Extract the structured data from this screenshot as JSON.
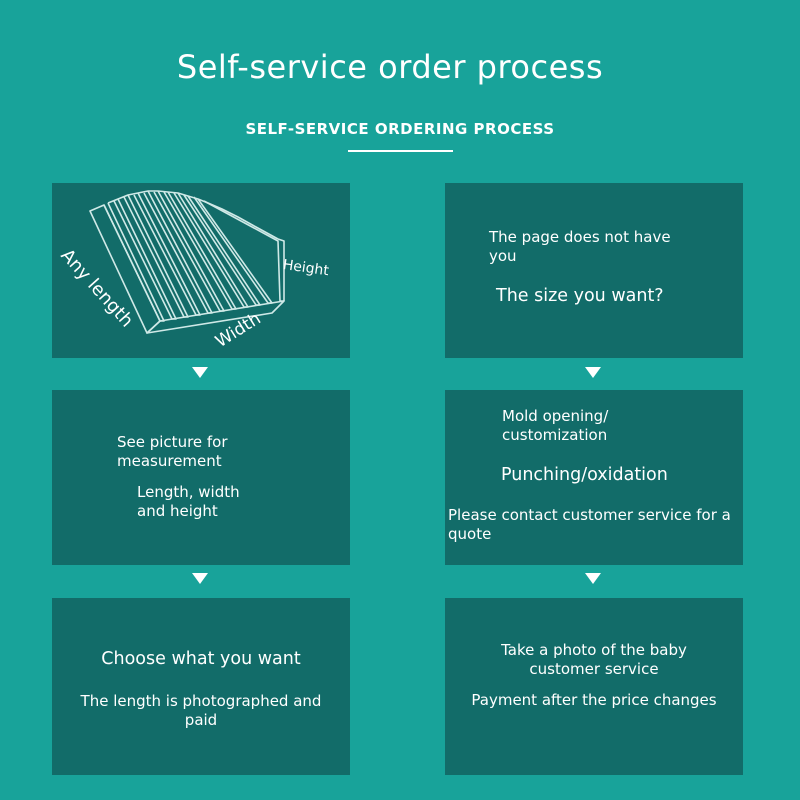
{
  "header": {
    "title": "Self-service order process",
    "subtitle": "SELF-SERVICE ORDERING PROCESS"
  },
  "colors": {
    "background": "#18a39a",
    "box": "#126c69",
    "text": "#ffffff"
  },
  "steps": {
    "left": {
      "box1": {
        "image_icon": "heatsink-profile-icon",
        "label_length": "Any length",
        "label_height": "Height",
        "label_width": "Width"
      },
      "box2": {
        "line1": "See picture for measurement",
        "line2": "Length, width and height"
      },
      "box3": {
        "line1": "Choose what you want",
        "line2": "The length is photographed and paid"
      }
    },
    "right": {
      "box1": {
        "line1": "The page does not have you",
        "line2": "The size you want?"
      },
      "box2": {
        "line1": "Mold opening/ customization",
        "line2": "Punching/oxidation",
        "line3": "Please contact customer service for a quote"
      },
      "box3": {
        "line1": "Take a photo of the baby customer service",
        "line2": "Payment after the price changes"
      }
    }
  }
}
